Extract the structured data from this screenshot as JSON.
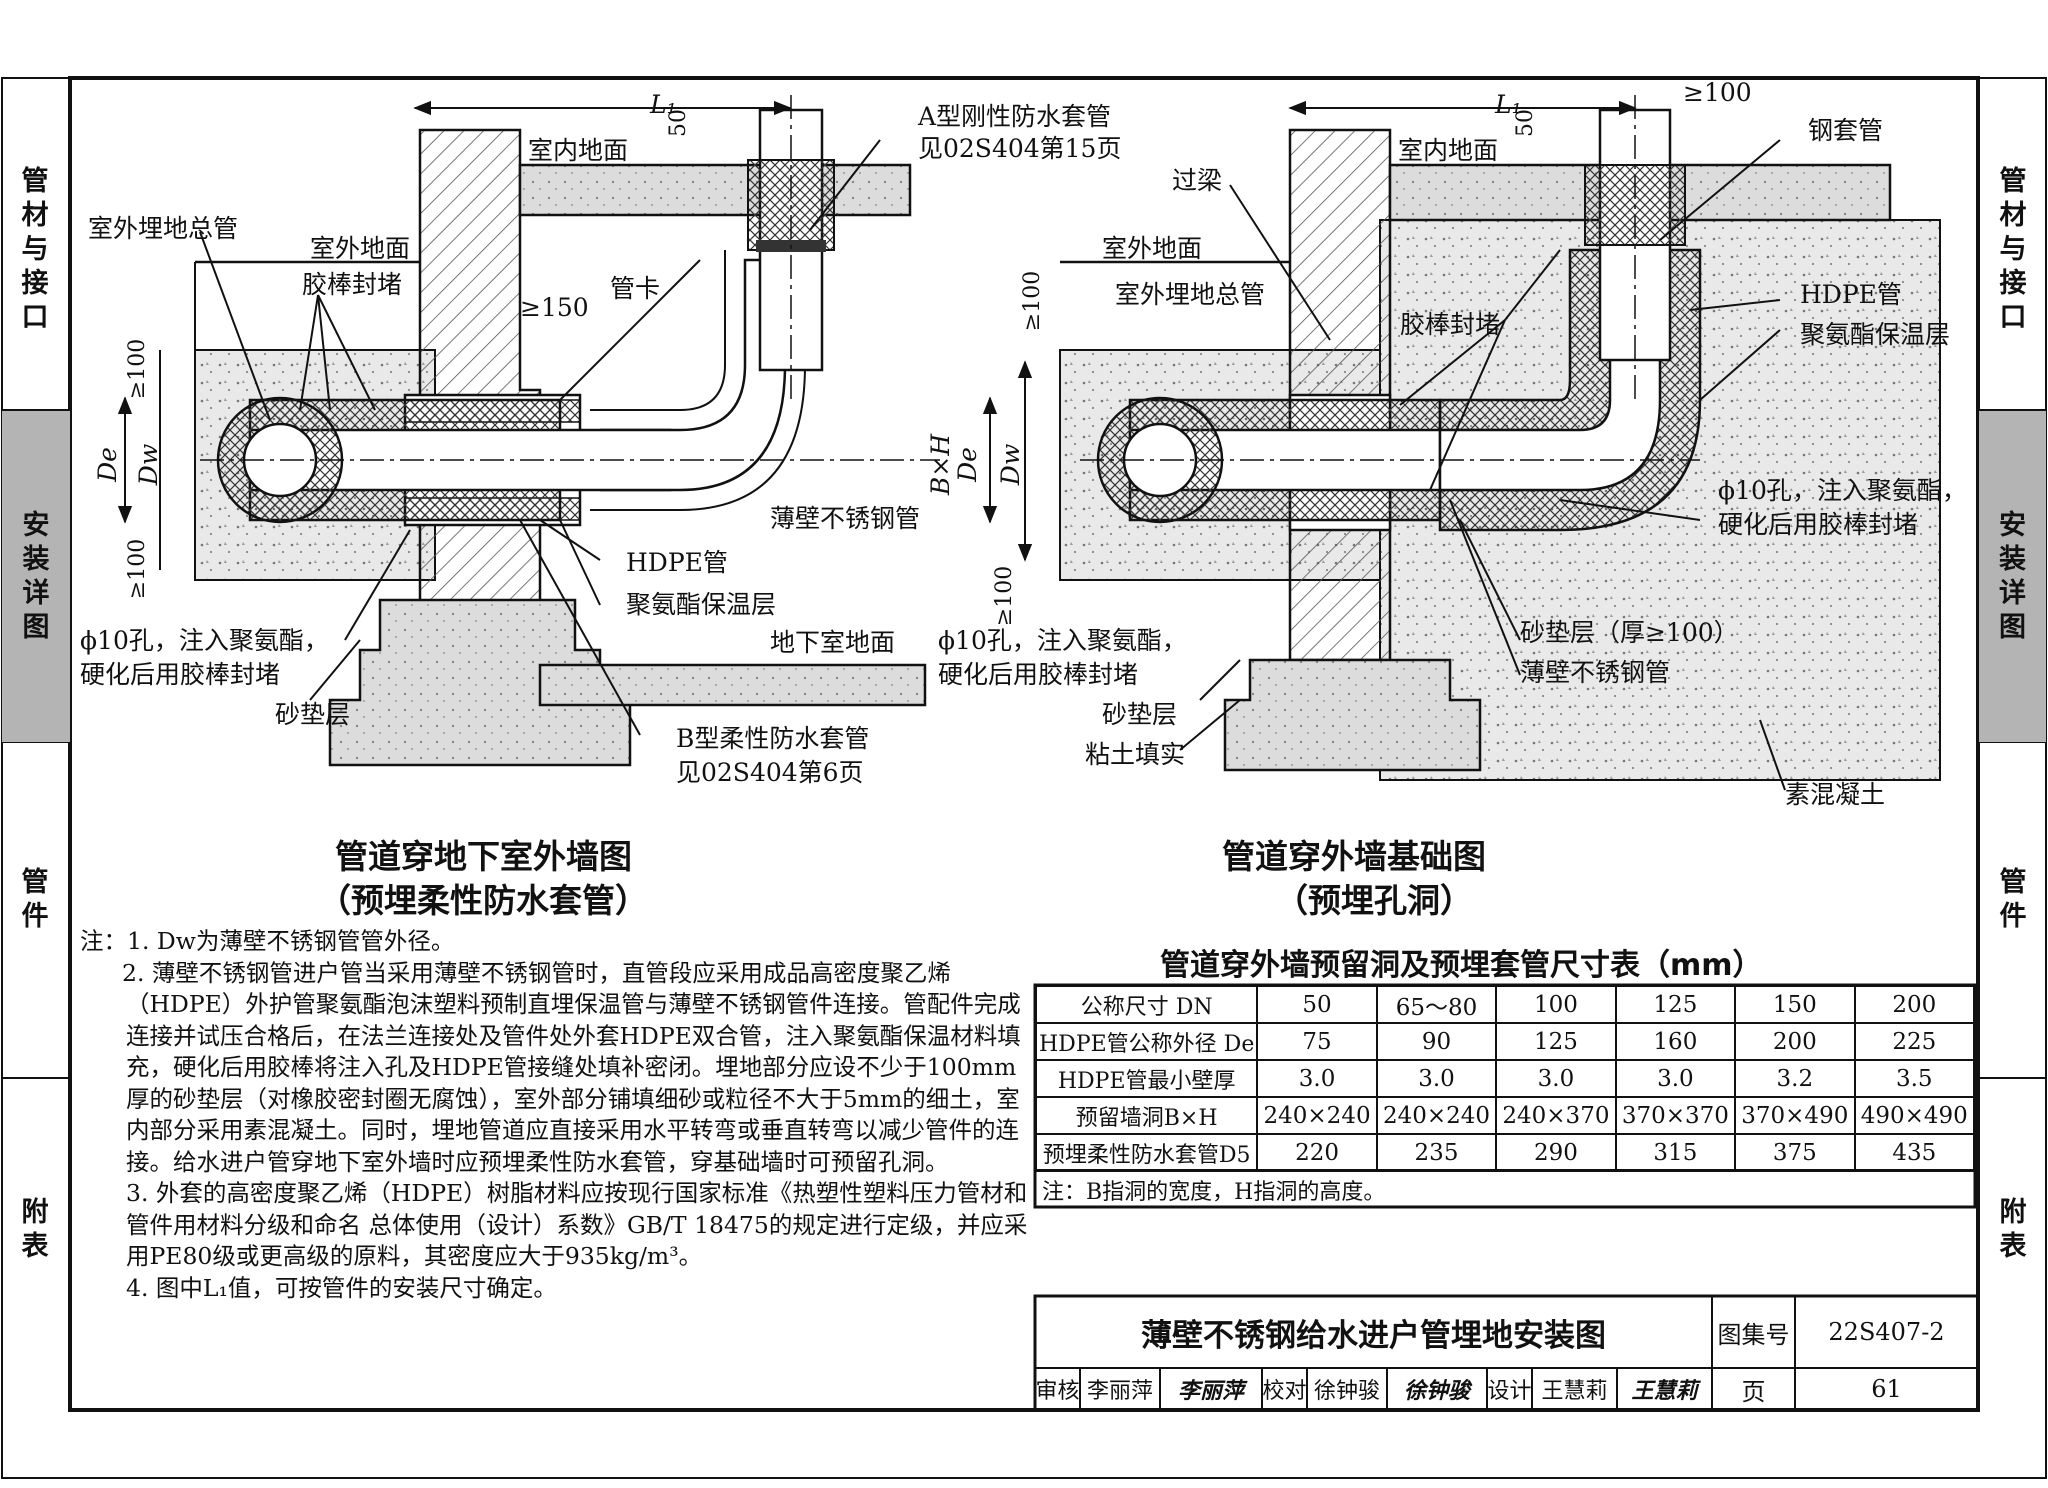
{
  "side_tabs": {
    "left": [
      "管材与接口",
      "安装详图",
      "管件",
      "附表"
    ],
    "right": [
      "管材与接口",
      "安装详图",
      "管件",
      "附表"
    ],
    "active": "安装详图"
  },
  "left_figure": {
    "title": "管道穿地下室外墙图",
    "subtitle": "（预埋柔性防水套管）",
    "labels": {
      "l1": "L₁",
      "dim50": "50",
      "dim100_top": "≥100",
      "dim100_bottom": "≥100",
      "dim150": "≥150",
      "de": "De",
      "dw": "Dw",
      "indoor_floor": "室内地面",
      "outdoor_main": "室外埋地总管",
      "outdoor_ground": "室外地面",
      "rubber_seal": "胶棒封堵",
      "type_a_1": "A型刚性防水套管",
      "type_a_2": "见02S404第15页",
      "pipe_clamp": "管卡",
      "thin_steel": "薄壁不锈钢管",
      "hdpe": "HDPE管",
      "pu_layer": "聚氨酯保温层",
      "basement_floor": "地下室地面",
      "hole_1": "ϕ10孔，注入聚氨酯，",
      "hole_2": "硬化后用胶棒封堵",
      "sand": "砂垫层",
      "type_b_1": "B型柔性防水套管",
      "type_b_2": "见02S404第6页"
    }
  },
  "right_figure": {
    "title": "管道穿外墙基础图",
    "subtitle": "（预埋孔洞）",
    "labels": {
      "l1": "L₁",
      "dim50": "50",
      "dim100_a": "≥100",
      "dim100_b": "≥100",
      "dim100_c": "≥100",
      "bh": "B×H",
      "de": "De",
      "dw": "Dw",
      "indoor_floor": "室内地面",
      "beam": "过梁",
      "steel_sleeve": "钢套管",
      "outdoor_ground": "室外地面",
      "outdoor_main": "室外埋地总管",
      "rubber_seal": "胶棒封堵",
      "hdpe": "HDPE管",
      "pu_layer": "聚氨酯保温层",
      "hole_r1": "ϕ10孔，注入聚氨酯，",
      "hole_r2": "硬化后用胶棒封堵",
      "sand_r": "砂垫层（厚≥100）",
      "thin_steel": "薄壁不锈钢管",
      "hole_1": "ϕ10孔，注入聚氨酯，",
      "hole_2": "硬化后用胶棒封堵",
      "sand": "砂垫层",
      "clay": "粘土填实",
      "concrete": "素混凝土"
    }
  },
  "notes": [
    "注：1.  Dw为薄壁不锈钢管管外径。",
    "2.  薄壁不锈钢管进户管当采用薄壁不锈钢管时，直管段应采用成品高密度聚乙烯（HDPE）外护管聚氨酯泡沫塑料预制直埋保温管与薄壁不锈钢管件连接。管配件完成连接并试压合格后，在法兰连接处及管件处外套HDPE双合管，注入聚氨酯保温材料填充，硬化后用胶棒将注入孔及HDPE管接缝处填补密闭。埋地部分应设不少于100mm厚的砂垫层（对橡胶密封圈无腐蚀），室外部分铺填细砂或粒径不大于5mm的细土，室内部分采用素混凝土。同时，埋地管道应直接采用水平转弯或垂直转弯以减少管件的连接。给水进户管穿地下室外墙时应预埋柔性防水套管，穿基础墙时可预留孔洞。",
    "3.  外套的高密度聚乙烯（HDPE）树脂材料应按现行国家标准《热塑性塑料压力管材和管件用材料分级和命名 总体使用（设计）系数》GB/T 18475的规定进行定级，并应采用PE80级或更高级的原料，其密度应大于935kg/m³。",
    "4.  图中L₁值，可按管件的安装尺寸确定。"
  ],
  "table": {
    "title": "管道穿外墙预留洞及预埋套管尺寸表（mm）",
    "rows": [
      [
        "公称尺寸 DN",
        "50",
        "65～80",
        "100",
        "125",
        "150",
        "200"
      ],
      [
        "HDPE管公称外径 De",
        "75",
        "90",
        "125",
        "160",
        "200",
        "225"
      ],
      [
        "HDPE管最小壁厚",
        "3.0",
        "3.0",
        "3.0",
        "3.0",
        "3.2",
        "3.5"
      ],
      [
        "预留墙洞B×H",
        "240×240",
        "240×240",
        "240×370",
        "370×370",
        "370×490",
        "490×490"
      ],
      [
        "预埋柔性防水套管D5",
        "220",
        "235",
        "290",
        "315",
        "375",
        "435"
      ]
    ],
    "note": "注：B指洞的宽度，H指洞的高度。"
  },
  "title_block": {
    "drawing_title": "薄壁不锈钢给水进户管埋地安装图",
    "atlas_label": "图集号",
    "atlas_no": "22S407-2",
    "review_label": "审核",
    "reviewer": "李丽萍",
    "reviewer_sign": "李丽萍",
    "check_label": "校对",
    "checker": "徐钟骏",
    "checker_sign": "徐钟骏",
    "design_label": "设计",
    "designer": "王慧莉",
    "designer_sign": "王慧莉",
    "page_label": "页",
    "page_no": "61"
  }
}
